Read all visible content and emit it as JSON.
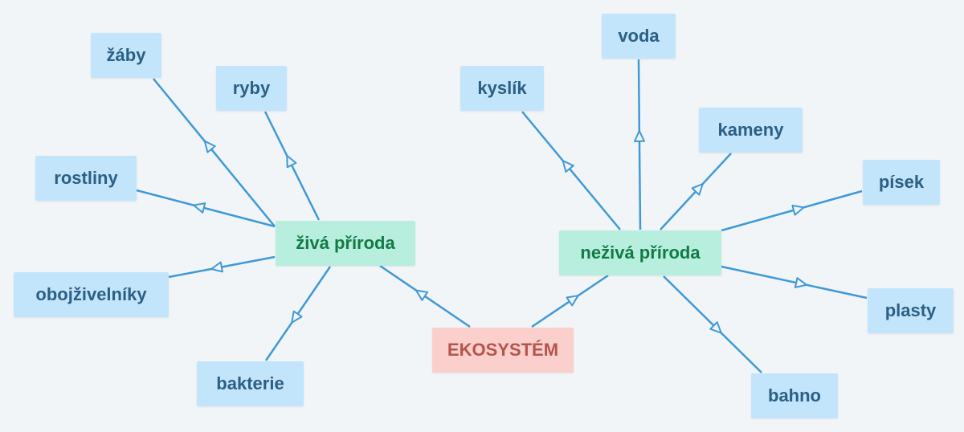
{
  "colors": {
    "background": "#f2f5f8",
    "edge": "#3d9ad6",
    "leaf_fill": "#c3e5fb",
    "leaf_text": "#2c5f84",
    "category_fill": "#b7eedd",
    "category_text": "#127a47",
    "root_fill": "#fbd0cc",
    "root_text": "#b5544b"
  },
  "root": {
    "label": "EKOSYSTÉM"
  },
  "categories": [
    {
      "label": "živá příroda",
      "children": [
        {
          "label": "žáby"
        },
        {
          "label": "ryby"
        },
        {
          "label": "rostliny"
        },
        {
          "label": "obojživelníky"
        },
        {
          "label": "bakterie"
        }
      ]
    },
    {
      "label": "neživá příroda",
      "children": [
        {
          "label": "kyslík"
        },
        {
          "label": "voda"
        },
        {
          "label": "kameny"
        },
        {
          "label": "písek"
        },
        {
          "label": "plasty"
        },
        {
          "label": "bahno"
        }
      ]
    }
  ]
}
